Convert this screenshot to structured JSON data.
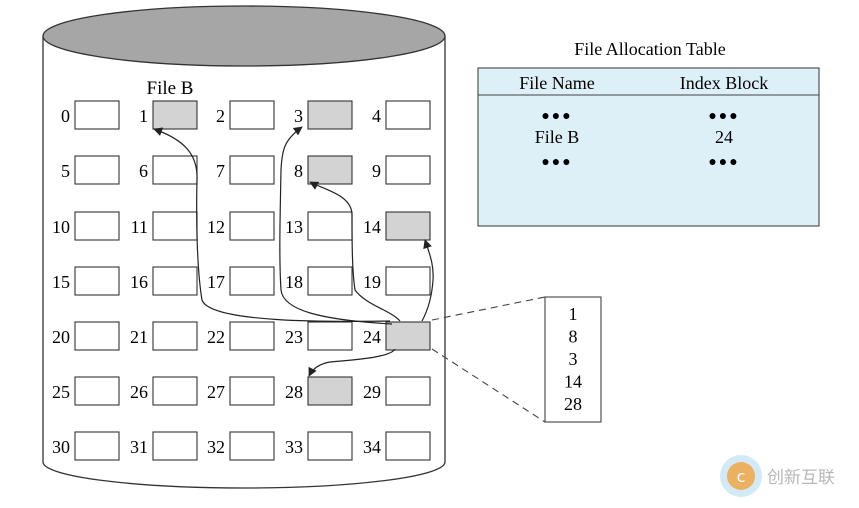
{
  "file_label": "File B",
  "blocks": [
    {
      "n": "0",
      "allocated": false
    },
    {
      "n": "1",
      "allocated": true
    },
    {
      "n": "2",
      "allocated": false
    },
    {
      "n": "3",
      "allocated": true
    },
    {
      "n": "4",
      "allocated": false
    },
    {
      "n": "5",
      "allocated": false
    },
    {
      "n": "6",
      "allocated": false
    },
    {
      "n": "7",
      "allocated": false
    },
    {
      "n": "8",
      "allocated": true
    },
    {
      "n": "9",
      "allocated": false
    },
    {
      "n": "10",
      "allocated": false
    },
    {
      "n": "11",
      "allocated": false
    },
    {
      "n": "12",
      "allocated": false
    },
    {
      "n": "13",
      "allocated": false
    },
    {
      "n": "14",
      "allocated": true
    },
    {
      "n": "15",
      "allocated": false
    },
    {
      "n": "16",
      "allocated": false
    },
    {
      "n": "17",
      "allocated": false
    },
    {
      "n": "18",
      "allocated": false
    },
    {
      "n": "19",
      "allocated": false
    },
    {
      "n": "20",
      "allocated": false
    },
    {
      "n": "21",
      "allocated": false
    },
    {
      "n": "22",
      "allocated": false
    },
    {
      "n": "23",
      "allocated": false
    },
    {
      "n": "24",
      "allocated": true
    },
    {
      "n": "25",
      "allocated": false
    },
    {
      "n": "26",
      "allocated": false
    },
    {
      "n": "27",
      "allocated": false
    },
    {
      "n": "28",
      "allocated": true
    },
    {
      "n": "29",
      "allocated": false
    },
    {
      "n": "30",
      "allocated": false
    },
    {
      "n": "31",
      "allocated": false
    },
    {
      "n": "32",
      "allocated": false
    },
    {
      "n": "33",
      "allocated": false
    },
    {
      "n": "34",
      "allocated": false
    }
  ],
  "fat": {
    "title": "File Allocation Table",
    "header_name": "File Name",
    "header_index": "Index Block",
    "dots": "●●●",
    "row_name": "File B",
    "row_index": "24"
  },
  "index_block": [
    "1",
    "8",
    "3",
    "14",
    "28"
  ],
  "watermark": {
    "text": "创新互联"
  },
  "colors": {
    "allocated_fill": "#d3d3d3",
    "disk_top": "#a6a6a6",
    "table_fill": "#ddf0f8",
    "watermark_orange": "#f3a33a",
    "watermark_blue": "#7fc1e8"
  }
}
